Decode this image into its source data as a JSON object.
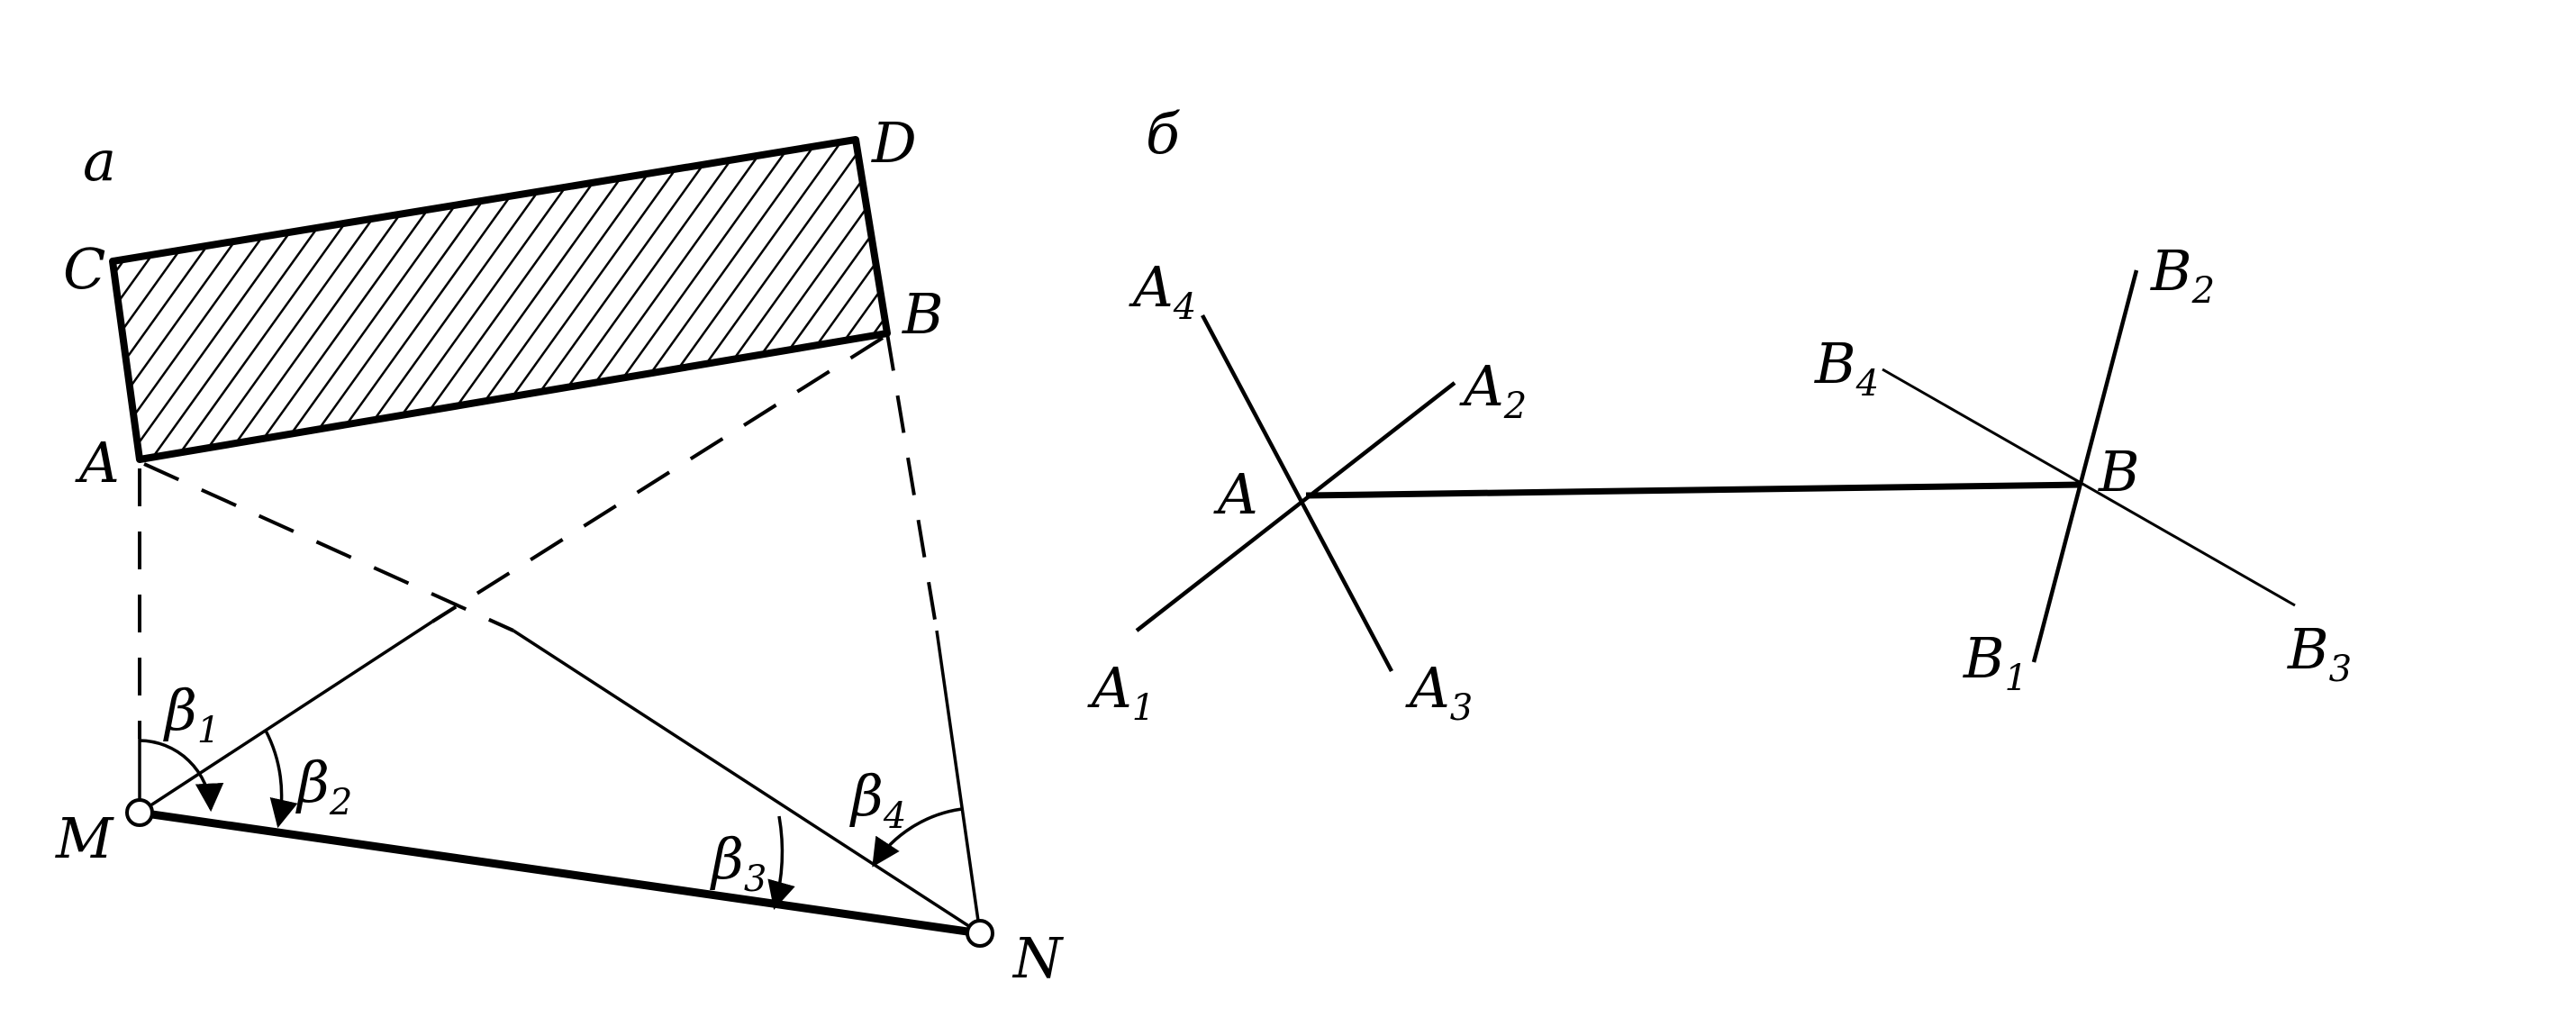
{
  "panel_a": {
    "letter": "a",
    "points": {
      "A": "A",
      "B": "B",
      "C": "C",
      "D": "D",
      "M": "M",
      "N": "N"
    },
    "angles": [
      {
        "sym": "β",
        "idx": "1"
      },
      {
        "sym": "β",
        "idx": "2"
      },
      {
        "sym": "β",
        "idx": "3"
      },
      {
        "sym": "β",
        "idx": "4"
      }
    ]
  },
  "panel_b": {
    "letter": "б",
    "A": "A",
    "B": "B",
    "a_rays": [
      {
        "sym": "A",
        "idx": "1"
      },
      {
        "sym": "A",
        "idx": "2"
      },
      {
        "sym": "A",
        "idx": "3"
      },
      {
        "sym": "A",
        "idx": "4"
      }
    ],
    "b_rays": [
      {
        "sym": "B",
        "idx": "1"
      },
      {
        "sym": "B",
        "idx": "2"
      },
      {
        "sym": "B",
        "idx": "3"
      },
      {
        "sym": "B",
        "idx": "4"
      }
    ]
  }
}
